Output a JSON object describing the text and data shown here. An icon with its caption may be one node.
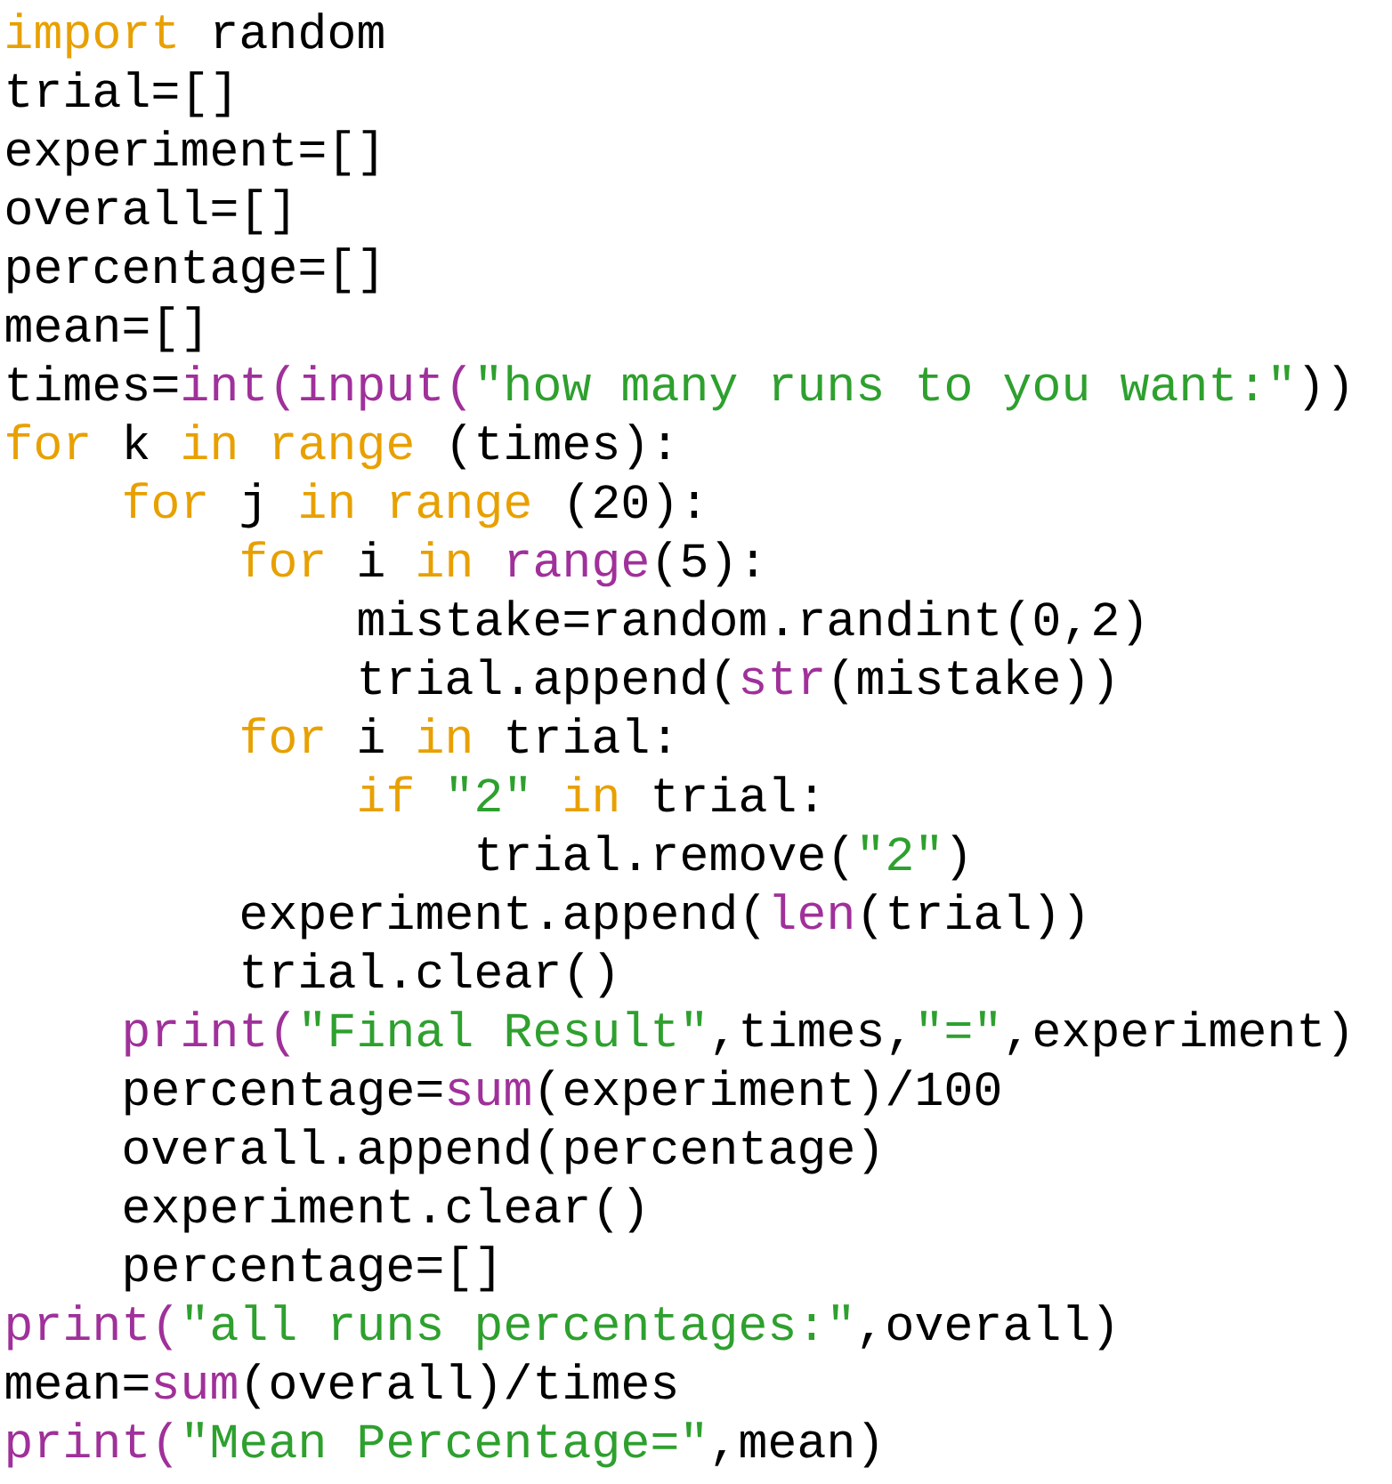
{
  "diagram": {
    "labels": [
      "import",
      "random",
      "trial=[]",
      "experiment=[]",
      "overall=[]",
      "percentage=[]",
      "mean=[]",
      "times=",
      "int(input(",
      "\"how many runs to you want:\"",
      "))",
      "for",
      "k",
      "in",
      "range",
      "(times):",
      "for",
      "j",
      "in",
      "range",
      "(20):",
      "for",
      "i",
      "in",
      "range",
      "(5):",
      "mistake=random.randint(0,2)",
      "trial.append(",
      "str",
      "(mistake))",
      "for",
      "i",
      "in",
      "trial:",
      "if",
      "\"2\"",
      "in",
      "trial:",
      "trial.remove(",
      "\"2\"",
      ")",
      "experiment.append(",
      "len",
      "(trial))",
      "trial.clear()",
      "print(",
      "\"Final Result\"",
      ",times,",
      "\"=\"",
      ",experiment)",
      "percentage=",
      "sum",
      "(experiment)/100",
      "overall.append(percentage)",
      "experiment.clear()",
      "percentage=[]",
      "print(",
      "\"all runs percentages:\"",
      ",overall)",
      "mean=",
      "sum",
      "(overall)/times",
      "print(",
      "\"Mean Percentage=\"",
      ",mean)"
    ]
  }
}
